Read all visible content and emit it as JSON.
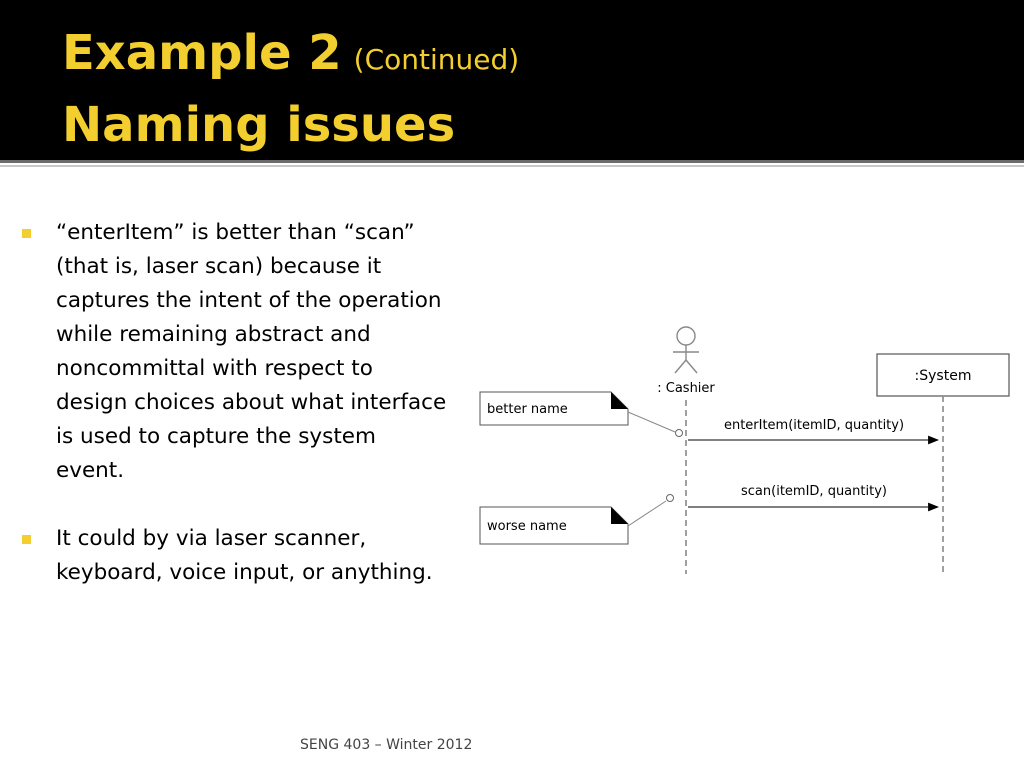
{
  "title": {
    "main": "Example 2",
    "sub": "(Continued)",
    "line2": "Naming issues"
  },
  "bullets": [
    {
      "text": "“enterItem” is better than “scan” (that is, laser scan) because it captures the intent of the operation while remaining abstract and noncommittal with respect to design choices about what interface is used to capture the system event."
    },
    {
      "text": "It could by via laser scanner, keyboard, voice input, or anything."
    }
  ],
  "diagram": {
    "actor_label": ": Cashier",
    "system_label": ":System",
    "notes": {
      "better": "better name",
      "worse": "worse name"
    },
    "messages": {
      "enter_item": "enterItem(itemID, quantity)",
      "scan": "scan(itemID, quantity)"
    }
  },
  "footer": "SENG 403 – Winter 2012",
  "colors": {
    "accent": "#f2cf2e",
    "header_bg": "#000000"
  }
}
